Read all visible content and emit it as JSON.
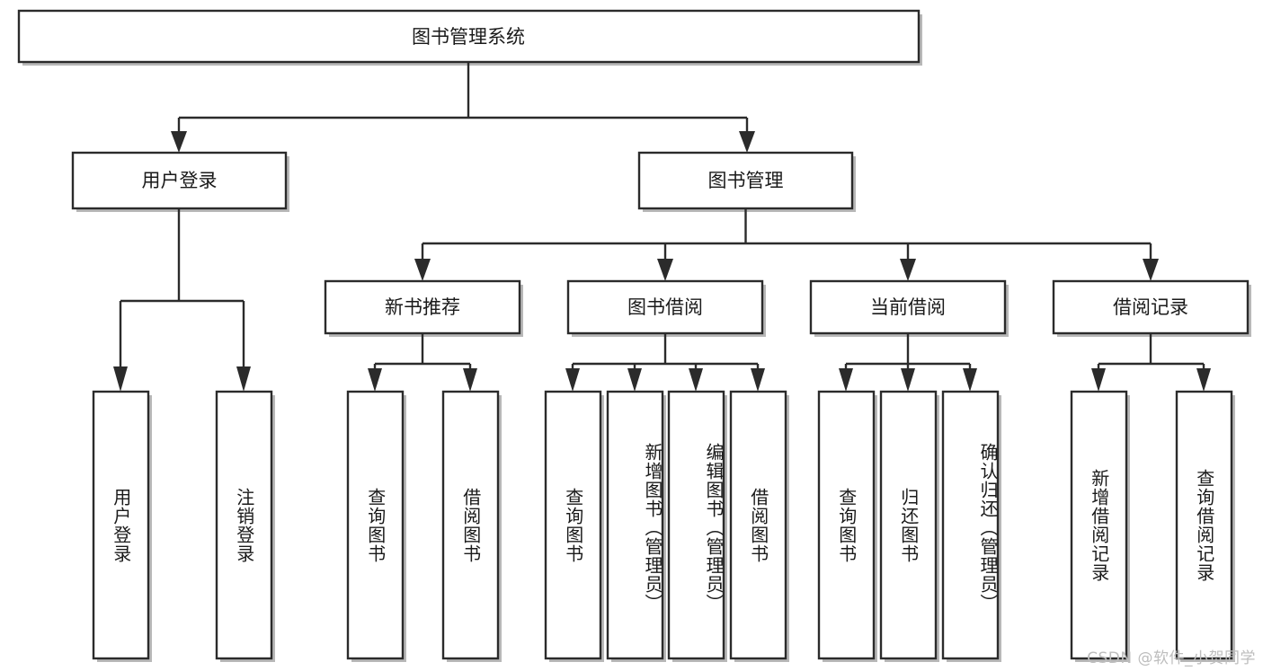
{
  "diagram": {
    "title": "图书管理系统",
    "type": "tree",
    "orientation": "top-down",
    "watermark": "CSDN @软件_小贺同学",
    "colors": {
      "box_stroke": "#2b2b2b",
      "box_fill": "#ffffff",
      "connector": "#2b2b2b",
      "text": "#1a1a1a",
      "watermark": "#bdbdbd",
      "background": "#ffffff"
    },
    "root": {
      "label": "图书管理系统"
    },
    "level2": [
      {
        "label": "用户登录"
      },
      {
        "label": "图书管理"
      }
    ],
    "level3": [
      {
        "label": "新书推荐"
      },
      {
        "label": "图书借阅"
      },
      {
        "label": "当前借阅"
      },
      {
        "label": "借阅记录"
      }
    ],
    "leaves": {
      "user_login": [
        {
          "label": "用户登录"
        },
        {
          "label": "注销登录"
        }
      ],
      "new_book_recommend": [
        {
          "label": "查询图书"
        },
        {
          "label": "借阅图书"
        }
      ],
      "book_borrow": [
        {
          "label": "查询图书"
        },
        {
          "label": "新增图书（管理员）"
        },
        {
          "label": "编辑图书（管理员）"
        },
        {
          "label": "借阅图书"
        }
      ],
      "current_borrow": [
        {
          "label": "查询图书"
        },
        {
          "label": "归还图书"
        },
        {
          "label": "确认归还（管理员）"
        }
      ],
      "borrow_record": [
        {
          "label": "新增借阅记录"
        },
        {
          "label": "查询借阅记录"
        }
      ]
    }
  }
}
